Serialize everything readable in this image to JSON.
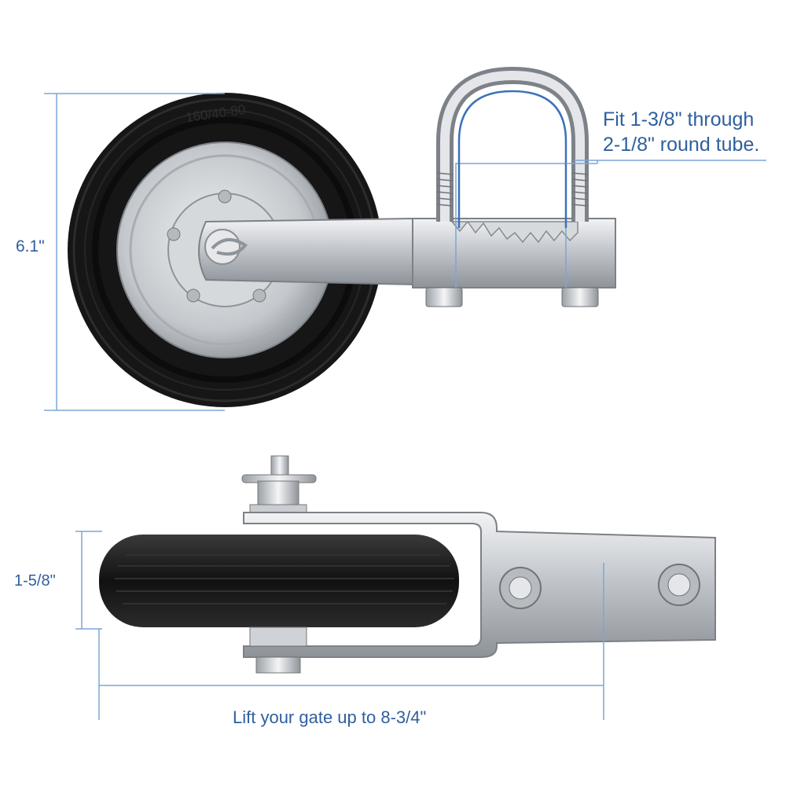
{
  "product_image": {
    "tire_marking": "160/40-80",
    "annotations": {
      "wheel_height": "6.1\"",
      "fit_line1": "Fit 1-3/8\" through",
      "fit_line2": "2-1/8\" round tube.",
      "wheel_width": "1-5/8\"",
      "lift_text": "Lift your gate up to 8-3/4\""
    },
    "colors": {
      "annotation_blue": "#2f5f9e",
      "dimension_line": "#7aa7d6",
      "tire": "#1c1c1c",
      "steel": "#c9ccd0"
    }
  }
}
